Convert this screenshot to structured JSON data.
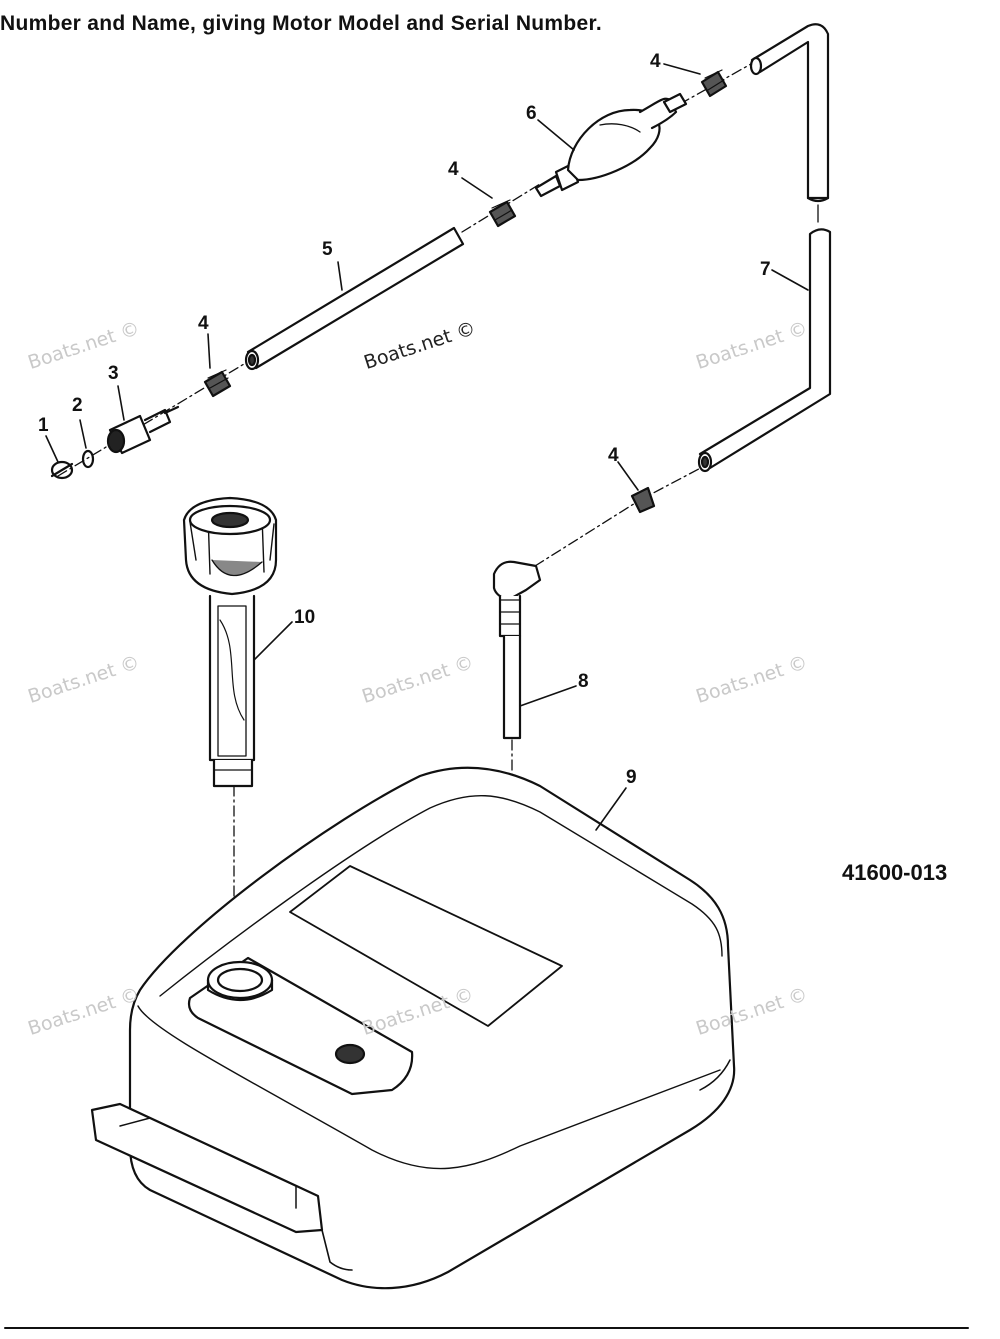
{
  "header": {
    "instruction": "Number and Name, giving Motor Model and Serial Number."
  },
  "diagram": {
    "part_code": "41600-013",
    "watermark": "Boats.net ©",
    "callouts": [
      {
        "id": "1",
        "label": "1"
      },
      {
        "id": "2",
        "label": "2"
      },
      {
        "id": "3",
        "label": "3"
      },
      {
        "id": "4a",
        "label": "4"
      },
      {
        "id": "4b",
        "label": "4"
      },
      {
        "id": "4c",
        "label": "4"
      },
      {
        "id": "4d",
        "label": "4"
      },
      {
        "id": "5",
        "label": "5"
      },
      {
        "id": "6",
        "label": "6"
      },
      {
        "id": "7",
        "label": "7"
      },
      {
        "id": "8",
        "label": "8"
      },
      {
        "id": "9",
        "label": "9"
      },
      {
        "id": "10",
        "label": "10"
      }
    ]
  }
}
